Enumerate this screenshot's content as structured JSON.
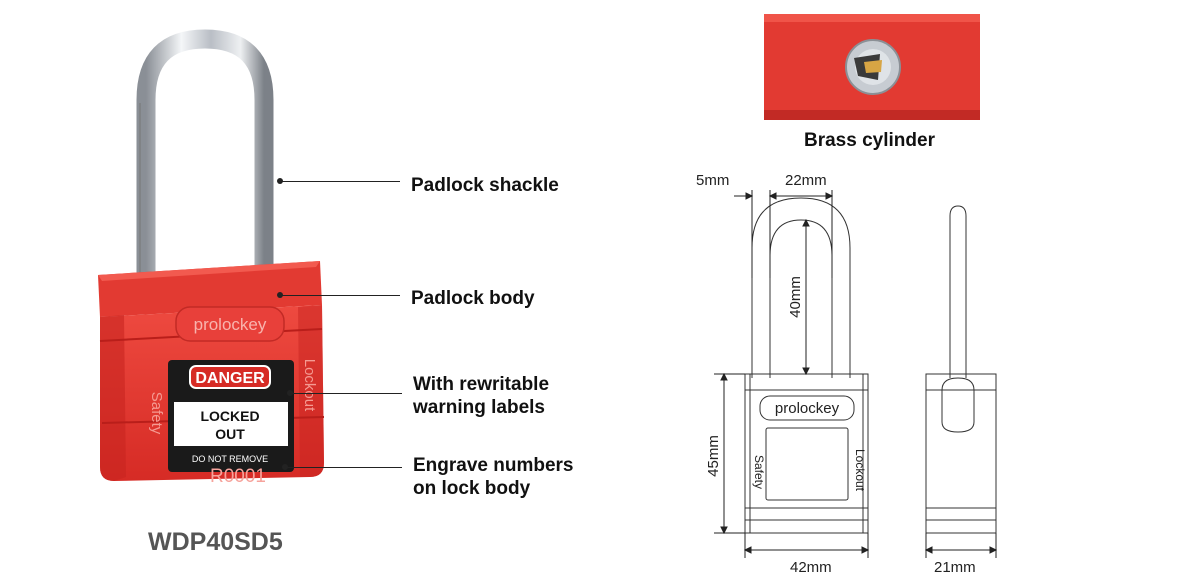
{
  "product": {
    "model": "WDP40SD5",
    "brand": "prolockey",
    "side_left": "Safety",
    "side_right": "Lockout",
    "label": {
      "header": "DANGER",
      "line1": "LOCKED",
      "line2": "OUT",
      "footer": "DO NOT REMOVE"
    },
    "engraving": "R0001"
  },
  "callouts": {
    "shackle": "Padlock shackle",
    "body": "Padlock body",
    "labels_line1": "With rewritable",
    "labels_line2": "warning labels",
    "engrave_line1": "Engrave numbers",
    "engrave_line2": "on lock body"
  },
  "cylinder_caption": "Brass cylinder",
  "dimensions": {
    "shackle_diameter": "5mm",
    "shackle_inner_width": "22mm",
    "shackle_clearance": "40mm",
    "body_height": "45mm",
    "body_width": "42mm",
    "body_depth": "21mm"
  },
  "drawing_text": {
    "brand": "prolockey",
    "side_left": "Safety",
    "side_right": "Lockout"
  },
  "colors": {
    "body_red": "#e0312c",
    "dark_red": "#b81f1b",
    "label_black": "#1a1a1a"
  }
}
